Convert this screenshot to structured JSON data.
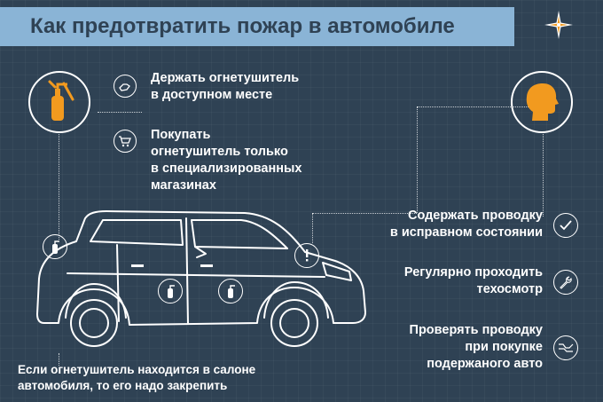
{
  "title": "Как предотвратить пожар в автомобиле",
  "colors": {
    "background": "#2f4254",
    "title_bar": "#8ab4d6",
    "accent": "#f29a1f",
    "line": "#ffffff"
  },
  "tips_left": [
    {
      "icon": "hand-icon",
      "text": "Держать огнетушитель\nв доступном месте"
    },
    {
      "icon": "shopping-cart-icon",
      "text": "Покупать\nогнетушитель только\nв специализированных\nмагазинах"
    }
  ],
  "tips_right": [
    {
      "icon": "checkmark-icon",
      "text": "Содержать проводку\nв исправном состоянии"
    },
    {
      "icon": "wrench-icon",
      "text": "Регулярно проходить\nтехосмотр"
    },
    {
      "icon": "wiring-icon",
      "text": "Проверять проводку\nпри покупке\nподержаного авто"
    }
  ],
  "bottom_note": "Если огнетушитель находится в салоне\nавтомобиля, то его надо закрепить",
  "icons": {
    "compass": "compass-star-icon",
    "extinguisher": "fire-extinguisher-icon",
    "person": "person-head-icon",
    "warning": "exclamation-icon"
  }
}
